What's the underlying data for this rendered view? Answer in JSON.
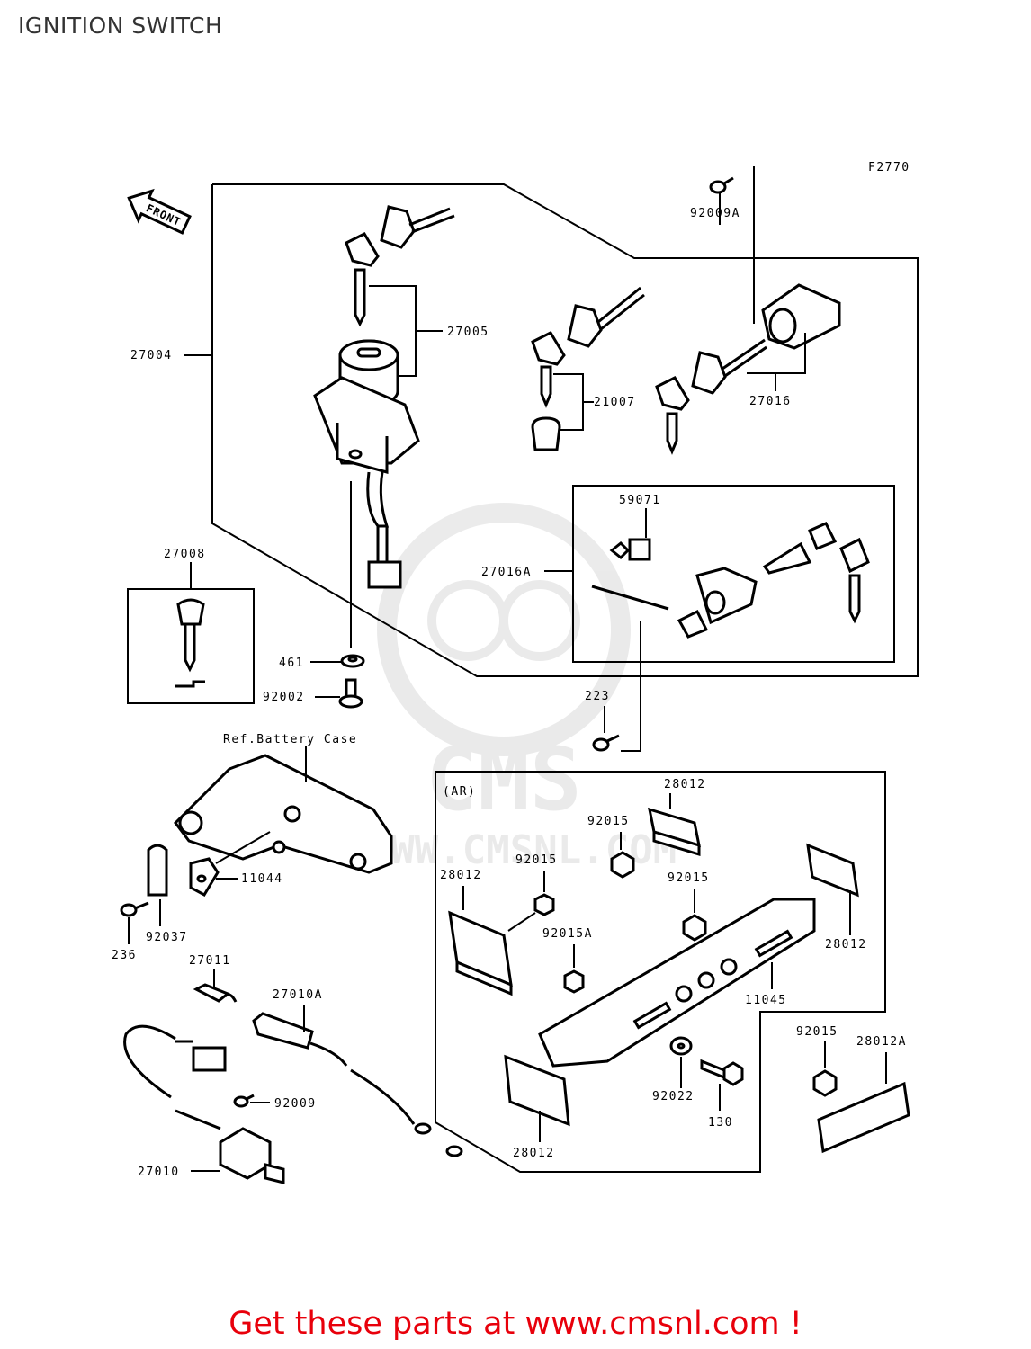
{
  "page": {
    "title": "IGNITION SWITCH",
    "figure_code": "F2770"
  },
  "orientation": {
    "arrow_label": "FRONT"
  },
  "reference_labels": {
    "battery_case": "Ref.Battery Case",
    "region_ar": "(AR)"
  },
  "parts": {
    "p27004": "27004",
    "p27005": "27005",
    "p27008": "27008",
    "p21007": "21007",
    "p27016": "27016",
    "p92009A": "92009A",
    "p59071": "59071",
    "p27016A": "27016A",
    "p461": "461",
    "p92002": "92002",
    "p223": "223",
    "p11044": "11044",
    "p92037": "92037",
    "p236": "236",
    "p27011": "27011",
    "p27010A": "27010A",
    "p92009": "92009",
    "p27010": "27010",
    "p28012_a": "28012",
    "p92015_a": "92015",
    "p92015_b": "92015",
    "p28012_b": "28012",
    "p92015_c": "92015",
    "p92015A": "92015A",
    "p28012_c": "28012",
    "p11045": "11045",
    "p92015_d": "92015",
    "p28012A": "28012A",
    "p92022": "92022",
    "p130": "130",
    "p28012_d": "28012"
  },
  "watermark": {
    "brand": "CMS",
    "url": "WWW.CMSNL.COM"
  },
  "footer": {
    "cta": "Get these parts at www.cmsnl.com !",
    "accent_color": "#e8000b"
  }
}
